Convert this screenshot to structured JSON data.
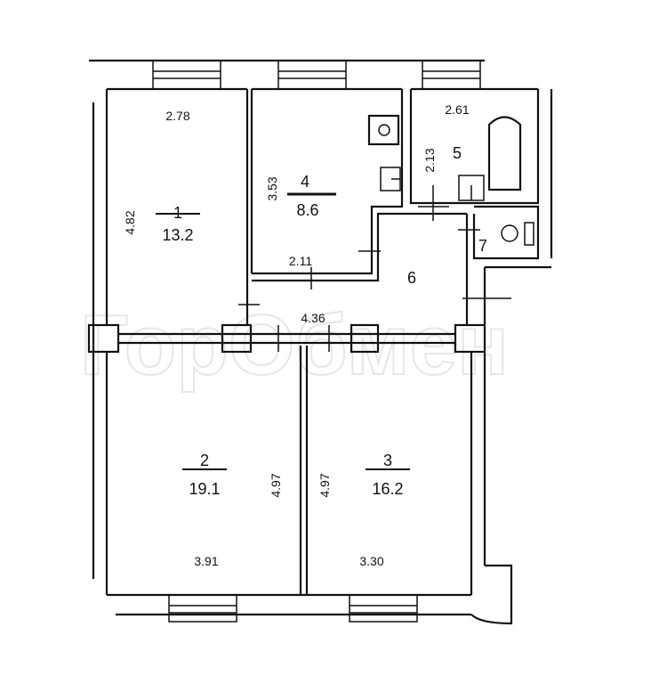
{
  "watermark": "ГорОбмен",
  "rooms": [
    {
      "number": "1",
      "area": "13.2"
    },
    {
      "number": "2",
      "area": "19.1"
    },
    {
      "number": "3",
      "area": "16.2"
    },
    {
      "number": "4",
      "area": "8.6"
    },
    {
      "number": "5"
    },
    {
      "number": "6"
    },
    {
      "number": "7"
    }
  ],
  "dimensions": {
    "room1_width": "2.78",
    "room1_length": "4.82",
    "room4_length": "3.53",
    "room4_width": "2.11",
    "room5_width": "2.61",
    "room5_length": "2.13",
    "corridor_width": "4.36",
    "room2_length": "4.97",
    "room2_width": "3.91",
    "room3_length": "4.97",
    "room3_width": "3.30"
  },
  "colors": {
    "line": "#111111",
    "background": "#ffffff"
  }
}
